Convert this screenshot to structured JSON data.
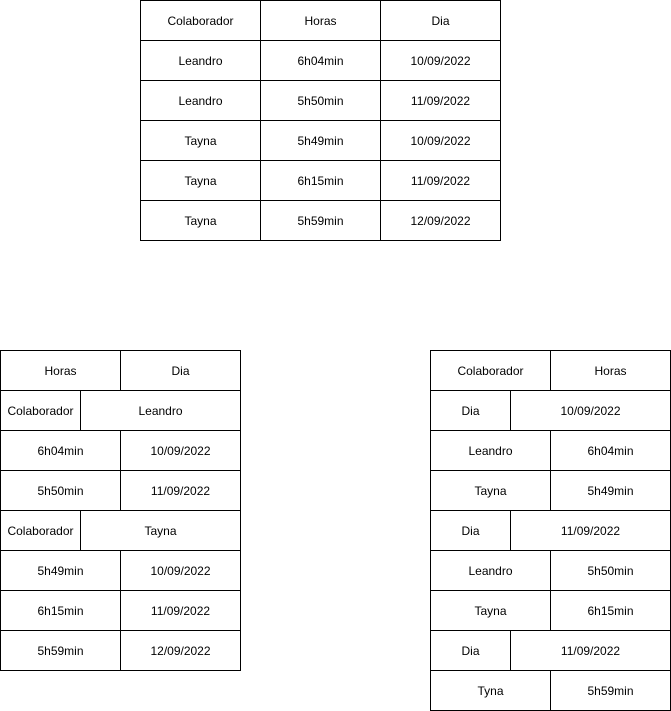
{
  "table_top": {
    "headers": [
      "Colaborador",
      "Horas",
      "Dia"
    ],
    "rows": [
      [
        "Leandro",
        "6h04min",
        "10/09/2022"
      ],
      [
        "Leandro",
        "5h50min",
        "11/09/2022"
      ],
      [
        "Tayna",
        "5h49min",
        "10/09/2022"
      ],
      [
        "Tayna",
        "6h15min",
        "11/09/2022"
      ],
      [
        "Tayna",
        "5h59min",
        "12/09/2022"
      ]
    ]
  },
  "table_left": {
    "headers": [
      "Horas",
      "Dia"
    ],
    "groups": [
      {
        "label": "Colaborador",
        "name": "Leandro",
        "rows": [
          [
            "6h04min",
            "10/09/2022"
          ],
          [
            "5h50min",
            "11/09/2022"
          ]
        ]
      },
      {
        "label": "Colaborador",
        "name": "Tayna",
        "rows": [
          [
            "5h49min",
            "10/09/2022"
          ],
          [
            "6h15min",
            "11/09/2022"
          ],
          [
            "5h59min",
            "12/09/2022"
          ]
        ]
      }
    ]
  },
  "table_right": {
    "headers": [
      "Colaborador",
      "Horas"
    ],
    "groups": [
      {
        "label": "Dia",
        "date": "10/09/2022",
        "rows": [
          [
            "Leandro",
            "6h04min"
          ],
          [
            "Tayna",
            "5h49min"
          ]
        ]
      },
      {
        "label": "Dia",
        "date": "11/09/2022",
        "rows": [
          [
            "Leandro",
            "5h50min"
          ],
          [
            "Tayna",
            "6h15min"
          ]
        ]
      },
      {
        "label": "Dia",
        "date": "11/09/2022",
        "rows": [
          [
            "Tyna",
            "5h59min"
          ]
        ]
      }
    ]
  }
}
